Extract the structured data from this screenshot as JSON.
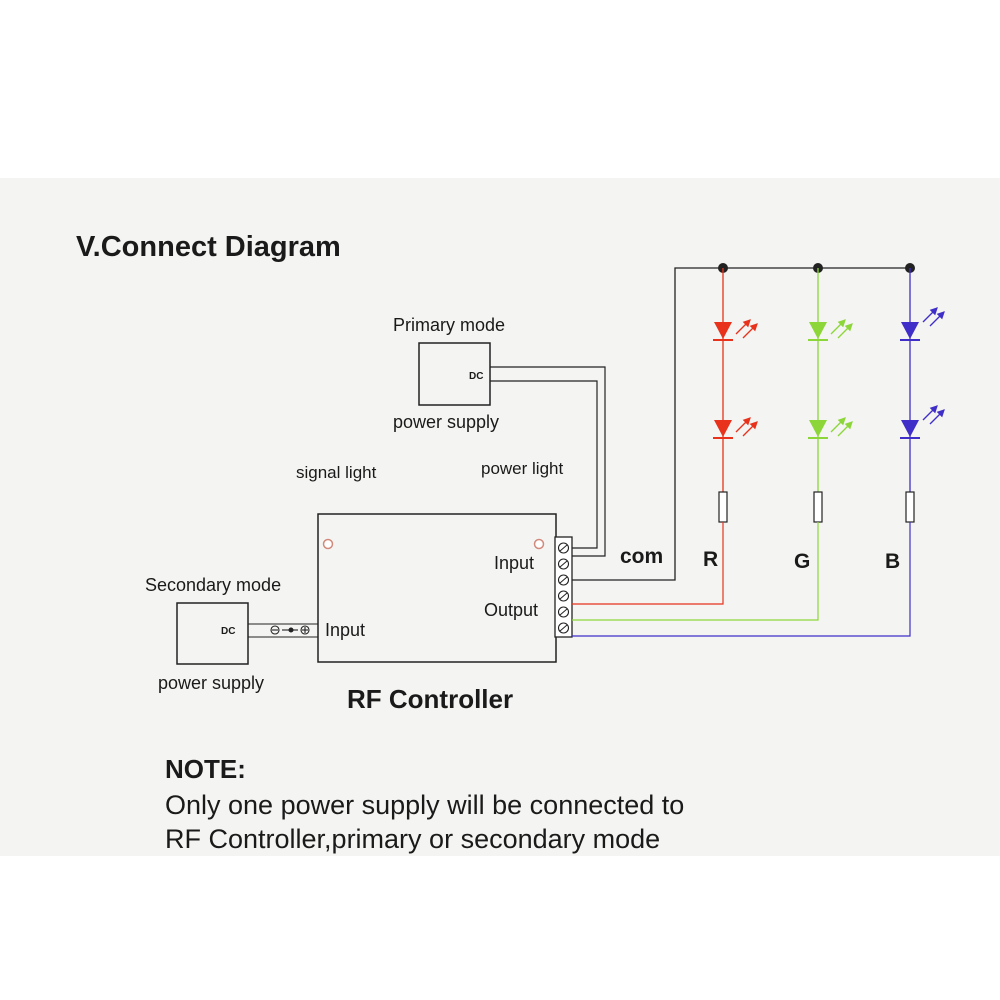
{
  "title": "V.Connect  Diagram",
  "primary_supply": {
    "mode_label": "Primary mode",
    "dc_label": "DC",
    "name_label": "power supply"
  },
  "secondary_supply": {
    "mode_label": "Secondary mode",
    "dc_label": "DC",
    "name_label": "power supply"
  },
  "controller": {
    "name": "RF Controller",
    "signal_light_label": "signal light",
    "power_light_label": "power light",
    "input_label_right": "Input",
    "output_label": "Output",
    "input_label_left": "Input"
  },
  "channels": {
    "com": "com",
    "r": "R",
    "g": "G",
    "b": "B"
  },
  "colors": {
    "red": "#e8321c",
    "green": "#8cd63a",
    "blue": "#3f2fc8",
    "line": "#222222"
  },
  "note": {
    "heading": "NOTE:",
    "line1": "Only one power supply will be connected to",
    "line2": "RF Controller,primary or secondary mode"
  }
}
